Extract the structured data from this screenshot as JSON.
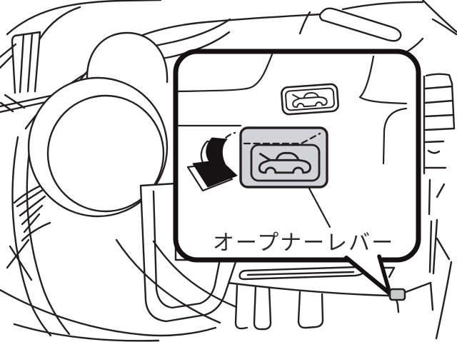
{
  "figure": {
    "label": "オープナーレバー"
  },
  "colors": {
    "line": "#241f21",
    "outline_black": "#151111",
    "lever_fill": "#d2d3d6",
    "target_lever_fill": "#c9cacc",
    "label_color": "#2b2b2b",
    "background": "#ffffff"
  },
  "icons": [
    {
      "name": "hood-release-symbol-panel-icon",
      "glyph": "car-with-open-hood"
    },
    {
      "name": "hood-release-symbol-lever-icon",
      "glyph": "car-with-open-hood"
    },
    {
      "name": "press-direction-arrow-icon",
      "glyph": "bold-3d-arrow-down-left"
    }
  ]
}
